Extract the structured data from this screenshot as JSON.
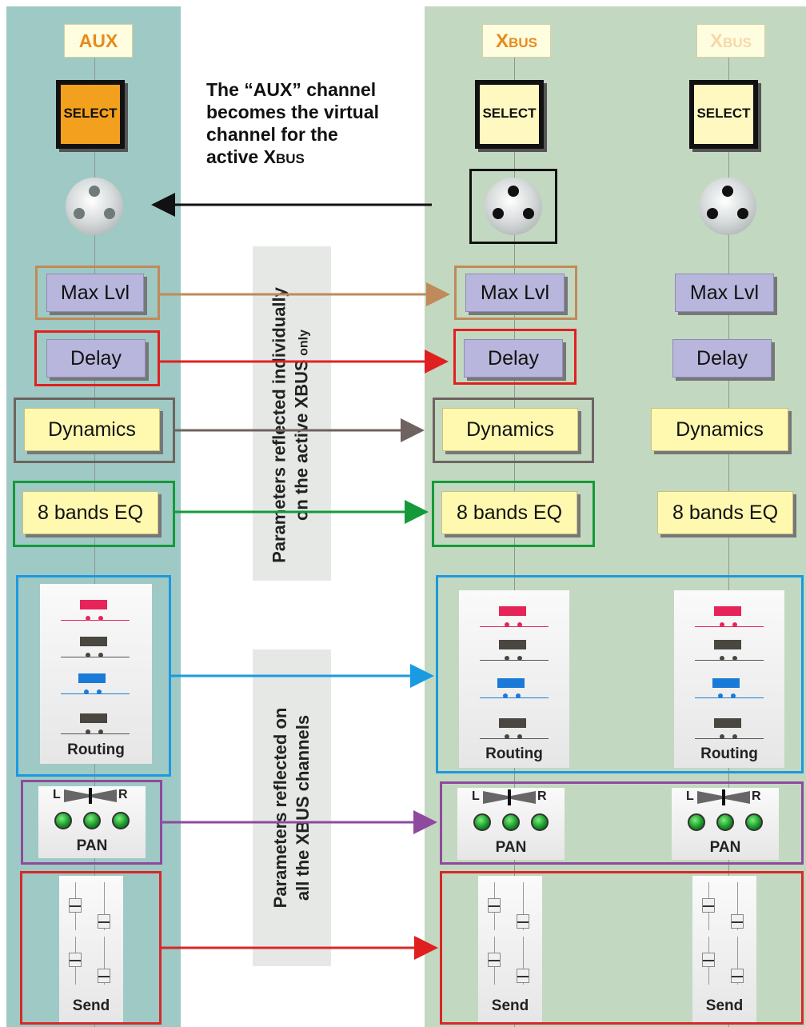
{
  "headers": {
    "aux": "AUX",
    "xbus_first": "X",
    "xbus_rest": "BUS"
  },
  "select_label": "SELECT",
  "annotation": {
    "line1": "The “AUX” channel",
    "line2": "becomes the virtual",
    "line3": "channel for the",
    "line4_prefix": "active ",
    "line4_x": "X",
    "line4_bus": "BUS"
  },
  "params": {
    "max_lvl": "Max Lvl",
    "delay": "Delay",
    "dynamics": "Dynamics",
    "eq": "8 bands EQ",
    "routing": "Routing",
    "pan": "PAN",
    "pan_left": "L",
    "pan_right": "R",
    "send": "Send"
  },
  "vertical_labels": {
    "individual_line1": "Parameters reflected individually",
    "individual_line2_prefix": "on the  active X",
    "individual_line2_bus": "BUS",
    "individual_line2_suffix": " only",
    "all_line1": "Parameters reflected on",
    "all_line2_prefix": "all the  X",
    "all_line2_bus": "BUS",
    "all_line2_suffix": " channels"
  },
  "colors": {
    "max_lvl_frame": "#c08a5a",
    "delay_frame": "#e02020",
    "dynamics_frame": "#6e6360",
    "eq_frame": "#149a3a",
    "routing_frame": "#1a9ae0",
    "pan_frame": "#8e4a9e",
    "send_frame": "#d82828",
    "aux_select": "#f2a01e",
    "header_text": "#e88a1a",
    "header_text_faded": "#f5dcb0"
  }
}
